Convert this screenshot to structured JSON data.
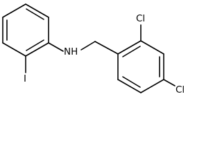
{
  "molecule": {
    "atom_labels": {
      "nh": "NH",
      "iodine": "I",
      "cl_ortho": "Cl",
      "cl_para": "Cl"
    },
    "colors": {
      "bond": "#000000",
      "text": "#000000",
      "background": "#ffffff"
    }
  }
}
